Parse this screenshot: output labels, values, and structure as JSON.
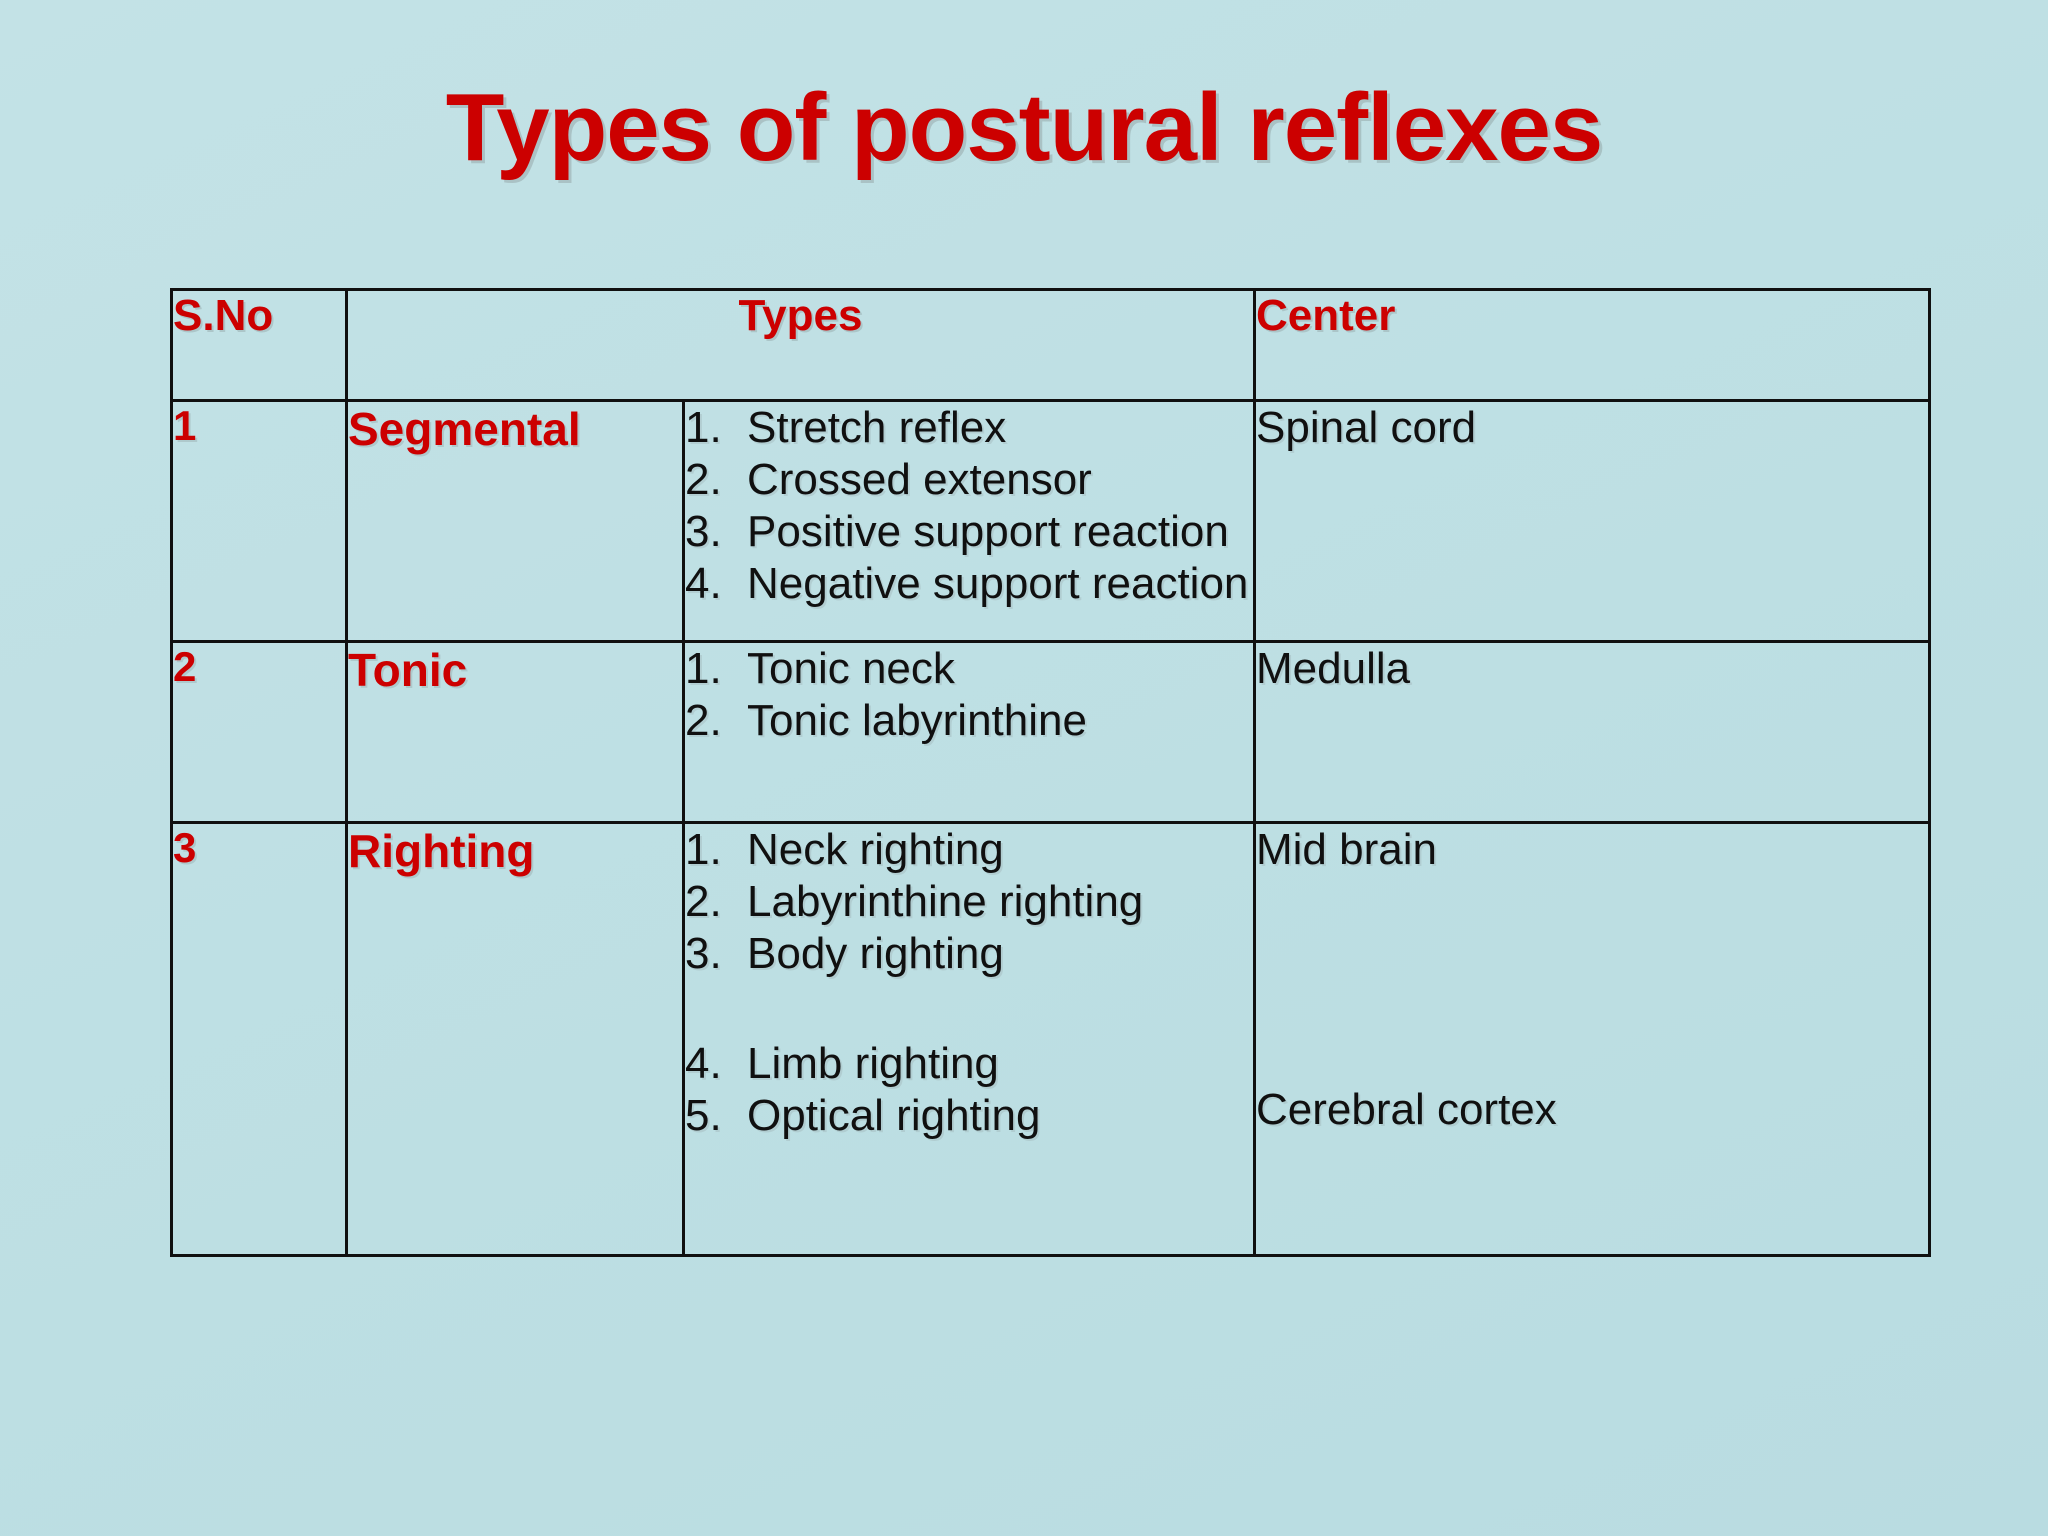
{
  "slide": {
    "title": "Types of postural reflexes",
    "background_color": "#bfe0e4",
    "accent_color": "#cc0000",
    "text_color": "#101010",
    "border_color": "#101010"
  },
  "table": {
    "headers": {
      "sno": "S.No",
      "types": "Types",
      "center": "Center"
    },
    "rows": [
      {
        "sno": "1",
        "name": "Segmental",
        "items": [
          {
            "num": "1.",
            "text": "Stretch reflex"
          },
          {
            "num": "2.",
            "text": "Crossed extensor"
          },
          {
            "num": "3.",
            "text": "Positive support reaction"
          },
          {
            "num": "4.",
            "text": "Negative support reaction"
          }
        ],
        "center": "Spinal cord",
        "center_secondary": ""
      },
      {
        "sno": "2",
        "name": "Tonic",
        "items": [
          {
            "num": "1.",
            "text": "Tonic neck"
          },
          {
            "num": "2.",
            "text": "Tonic labyrinthine"
          }
        ],
        "center": "Medulla",
        "center_secondary": ""
      },
      {
        "sno": "3",
        "name": "Righting",
        "items": [
          {
            "num": "1.",
            "text": "Neck righting"
          },
          {
            "num": "2.",
            "text": "Labyrinthine righting"
          },
          {
            "num": "3.",
            "text": "Body righting"
          },
          {
            "num": "4.",
            "text": "Limb righting"
          },
          {
            "num": "5.",
            "text": "Optical righting"
          }
        ],
        "center": "Mid brain",
        "center_secondary": "Cerebral cortex"
      }
    ]
  }
}
